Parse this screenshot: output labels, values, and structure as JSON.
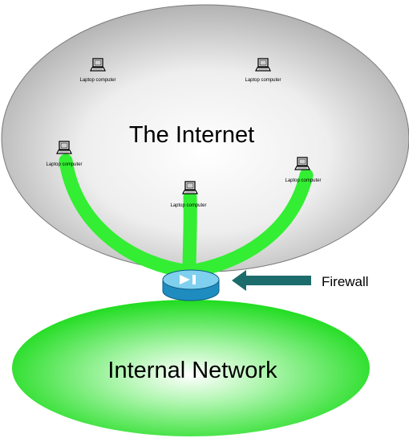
{
  "internet": {
    "title": "The Internet",
    "laptops": [
      {
        "label": "Laptop computer"
      },
      {
        "label": "Laptop computer"
      },
      {
        "label": "Laptop computer"
      },
      {
        "label": "Laptop computer"
      },
      {
        "label": "Laptop computer"
      }
    ]
  },
  "firewall": {
    "label": "Firewall"
  },
  "internal_network": {
    "title": "Internal Network"
  },
  "colors": {
    "internet_fill_center": "#ffffff",
    "internet_fill_edge": "#b5b5b5",
    "connection": "#33ee33",
    "firewall_top": "#7fd0ee",
    "firewall_side": "#1f8cc0",
    "arrow": "#1d6c6c",
    "internal_fill_center": "#ffffff",
    "internal_fill_edge": "#22dd22"
  },
  "icons": {
    "laptop": "laptop-icon",
    "firewall": "firewall-icon",
    "arrow": "arrow-left-icon"
  }
}
